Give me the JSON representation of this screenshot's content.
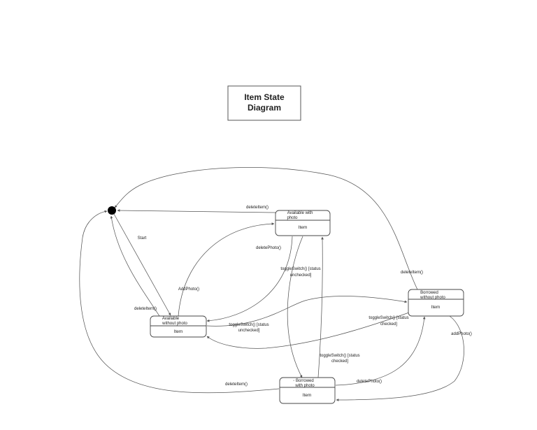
{
  "diagram": {
    "title_line1": "Item State",
    "title_line2": "Diagram",
    "states": {
      "avail_with": {
        "name_line1": "Available with",
        "name_line2": "photo",
        "body": "Item"
      },
      "avail_without": {
        "name_line1": "Available",
        "name_line2": "without photo",
        "body": "Item"
      },
      "borrowed_without": {
        "name_line1": "Borrowed",
        "name_line2": "without photo",
        "body": "Item"
      },
      "borrowed_with": {
        "name_line1": "Borrowed",
        "name_line2": "with photo",
        "body": "Item"
      }
    },
    "labels": {
      "start": "Start",
      "delete_avail_with": "deleteItem()",
      "delete_photo_avail": "deletePhoto()",
      "add_photo_avail": "AddPhoto()",
      "delete_avail_without": "deleteItem()",
      "toggle_aw_bw_1": "toggleSwitch() [status",
      "toggle_aw_bw_2": "unchecked]",
      "toggle_awo_bwo_1": "toggleSwitch() [status",
      "toggle_awo_bwo_2": "unchecked]",
      "toggle_bwo_awo_1": "toggleSwitch() [status",
      "toggle_bwo_awo_2": "checked]",
      "toggle_bw_aw_1": "toggleSwitch() [status",
      "toggle_bw_aw_2": "checked]",
      "delete_borrowed_without": "deleteItem()",
      "add_photo_borrowed": "addPhoto()",
      "delete_photo_borrowed": "deletePhoto()",
      "delete_borrowed_with": "deleteItem()"
    }
  }
}
